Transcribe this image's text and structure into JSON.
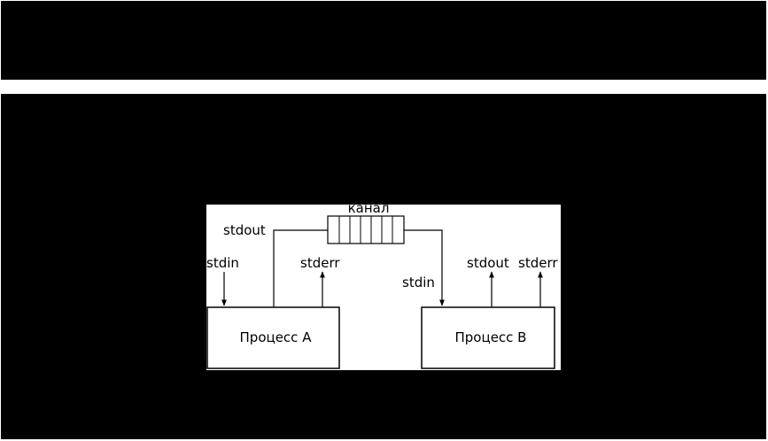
{
  "colors": {
    "band": "#000000",
    "diagram_bg": "#ffffff",
    "stroke": "#000000"
  },
  "diagram": {
    "channel_label": "канал",
    "process_a": {
      "label": "Процесс А",
      "stdin": "stdin",
      "stdout": "stdout",
      "stderr": "stderr"
    },
    "process_b": {
      "label": "Процесс B",
      "stdin": "stdin",
      "stdout": "stdout",
      "stderr": "stderr"
    }
  }
}
